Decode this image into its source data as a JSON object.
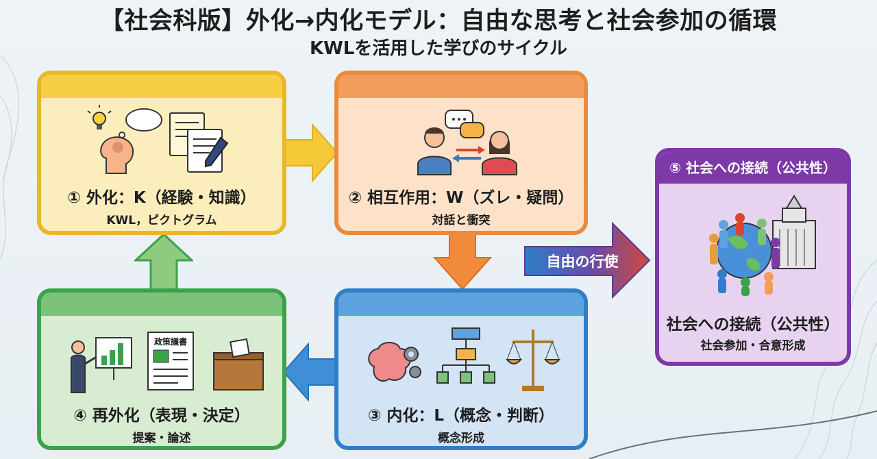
{
  "title": "【社会科版】外化→内化モデル：自由な思考と社会参加の循環",
  "subtitle": "KWLを活用した学びのサイクル",
  "steps": [
    {
      "label": "① 外化：K（経験・知識）",
      "sub": "KWL，ピクトグラム"
    },
    {
      "label": "② 相互作用：W（ズレ・疑問）",
      "sub": "対話と衝突"
    },
    {
      "label": "③ 内化：L（概念・判断）",
      "sub": "概念形成"
    },
    {
      "label": "④ 再外化（表現・決定）",
      "sub": "提案・論述"
    }
  ],
  "civic": {
    "header": "⑤ 社会への接続（公共性）",
    "label": "社会への接続（公共性）",
    "sub": "社会参加・合意形成"
  },
  "arrow_label": "自由の行使",
  "doc_icon_text": "政策議書",
  "colors": {
    "yellow": "#f7cf45",
    "orange": "#f39d5a",
    "blue": "#5ea2df",
    "green": "#7dc27a",
    "purple": "#7d3aa6"
  }
}
